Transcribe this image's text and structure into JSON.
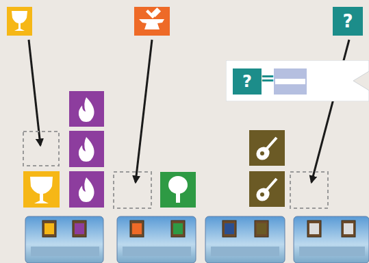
{
  "diagram": {
    "nodes": [
      {
        "text": [
          "?"
        ]
      },
      {
        "text": [
          "="
        ]
      },
      {
        "text": [
          "?"
        ],
        "in": 1
      }
    ]
  }
}
